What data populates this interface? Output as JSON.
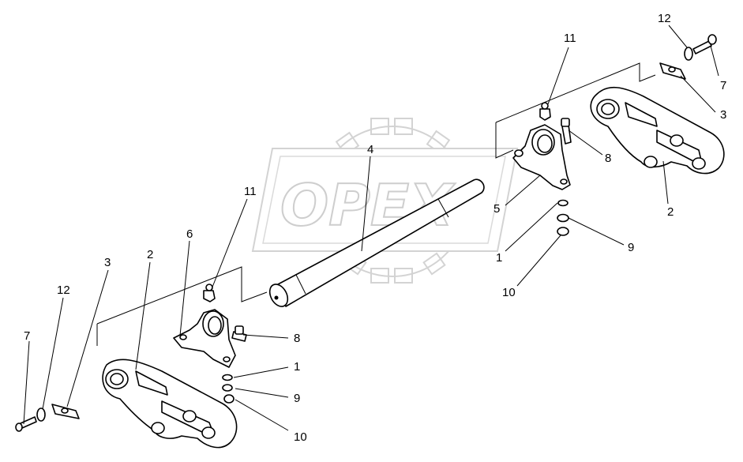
{
  "watermark": {
    "text": "OPEX"
  },
  "callouts": {
    "left_7": "7",
    "left_12": "12",
    "left_3": "3",
    "left_2": "2",
    "left_6": "6",
    "left_11": "11",
    "left_8": "8",
    "left_1": "1",
    "left_9": "9",
    "left_10": "10",
    "center_4": "4",
    "right_11": "11",
    "right_12": "12",
    "right_7": "7",
    "right_3": "3",
    "right_8": "8",
    "right_2": "2",
    "right_5": "5",
    "right_1": "1",
    "right_9": "9",
    "right_10": "10"
  }
}
